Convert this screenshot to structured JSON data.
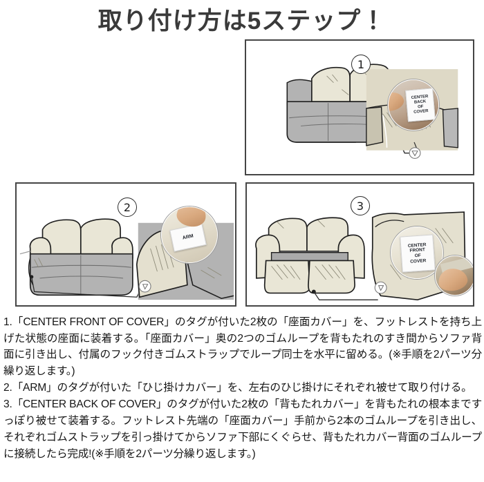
{
  "header": {
    "title": "取り付け方は5ステップ！"
  },
  "panels": [
    {
      "number": "①",
      "step_label": "1",
      "name": "step-1-back-cover",
      "tag_text": "CENTER BACK OF COVER",
      "tag_lines": [
        "CENTER",
        "BACK",
        "OF",
        "COVER"
      ],
      "sofa_state": "uncovered-gray-sofa-with-cream-back-cover"
    },
    {
      "number": "②",
      "step_label": "2",
      "name": "step-2-arm-cover",
      "tag_text": "ARM",
      "tag_lines": [
        "ARM"
      ],
      "sofa_state": "gray-sofa-with-cream-arm-covers"
    },
    {
      "number": "③",
      "step_label": "3",
      "name": "step-3-front-cover",
      "tag_text": "CENTER FRONT OF COVER",
      "tag_lines": [
        "CENTER",
        "FRONT",
        "OF",
        "COVER"
      ],
      "sofa_state": "fully-covered-cream-sofa-with-gray-strap"
    }
  ],
  "instructions": [
    "1.「CENTER FRONT OF COVER」のタグが付いた2枚の「座面カバー」を、フットレストを持ち上げた状態の座面に装着する。「座面カバー」奥の2つのゴムループを背もたれのすき間からソファ背面に引き出し、付属のフック付きゴムストラップでループ同士を水平に留める。(※手順を2パーツ分繰り返します。)",
    "2.「ARM」のタグが付いた「ひじ掛けカバー」を、左右のひじ掛けにそれぞれ被せて取り付ける。",
    "3.「CENTER BACK OF COVER」のタグが付いた2枚の「背もたれカバー」を背もたれの根本まですっぽり被せて装着する。フットレスト先端の「座面カバー」手前から2本のゴムループを引き出し、それぞれゴムストラップを引っ掛けてからソファ下部にくぐらせ、背もたれカバー背面のゴムループに接続したら完成!(※手順を2パーツ分繰り返します。)"
  ],
  "colors": {
    "title": "#3a3a3a",
    "panel_border": "#454545",
    "sofa_gray": "#b3b3b3",
    "cover_cream": "#e9e6d6",
    "outline": "#1f1f1f",
    "text": "#161616"
  }
}
